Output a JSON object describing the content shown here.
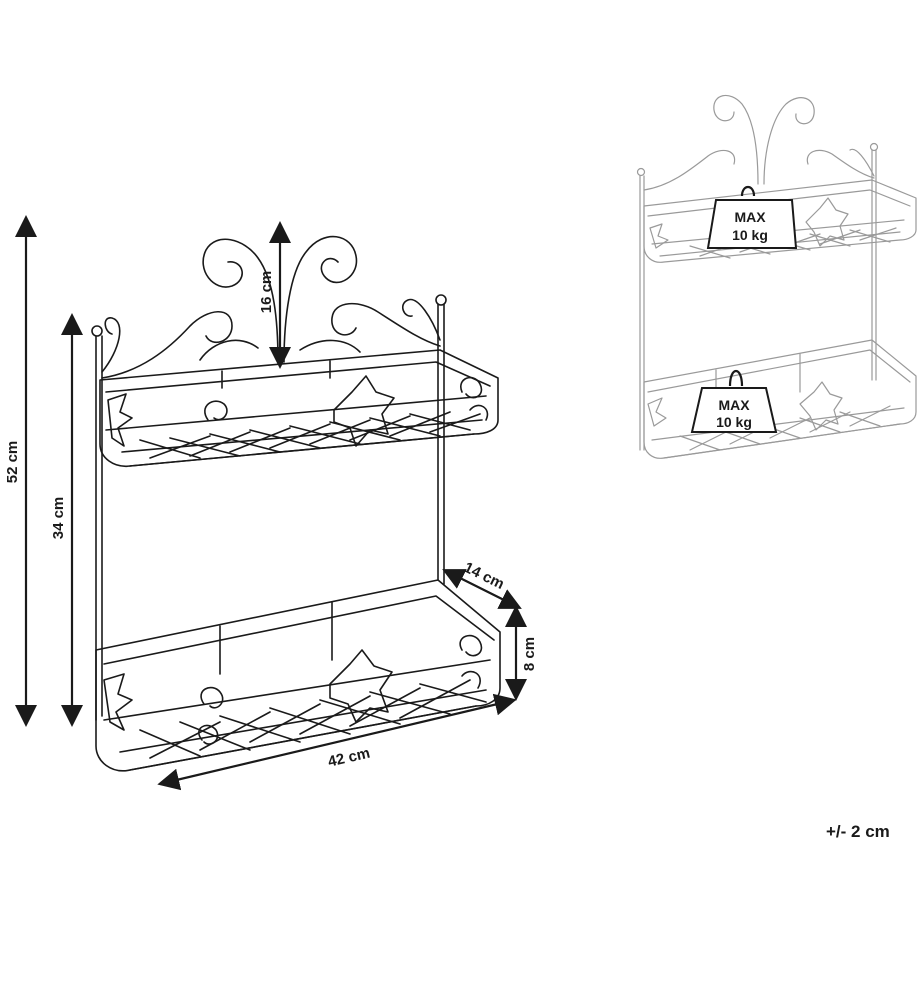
{
  "dimensions": {
    "total_height": "52 cm",
    "rack_height": "34 cm",
    "crest_height": "16 cm",
    "depth": "14 cm",
    "shelf_height": "8 cm",
    "width": "42 cm"
  },
  "load": {
    "top_shelf": {
      "line1": "MAX",
      "line2": "10 kg"
    },
    "bottom_shelf": {
      "line1": "MAX",
      "line2": "10 kg"
    }
  },
  "tolerance": "+/- 2 cm",
  "colors": {
    "line": "#1a1a1a",
    "faded_line": "#9a9a9a"
  }
}
